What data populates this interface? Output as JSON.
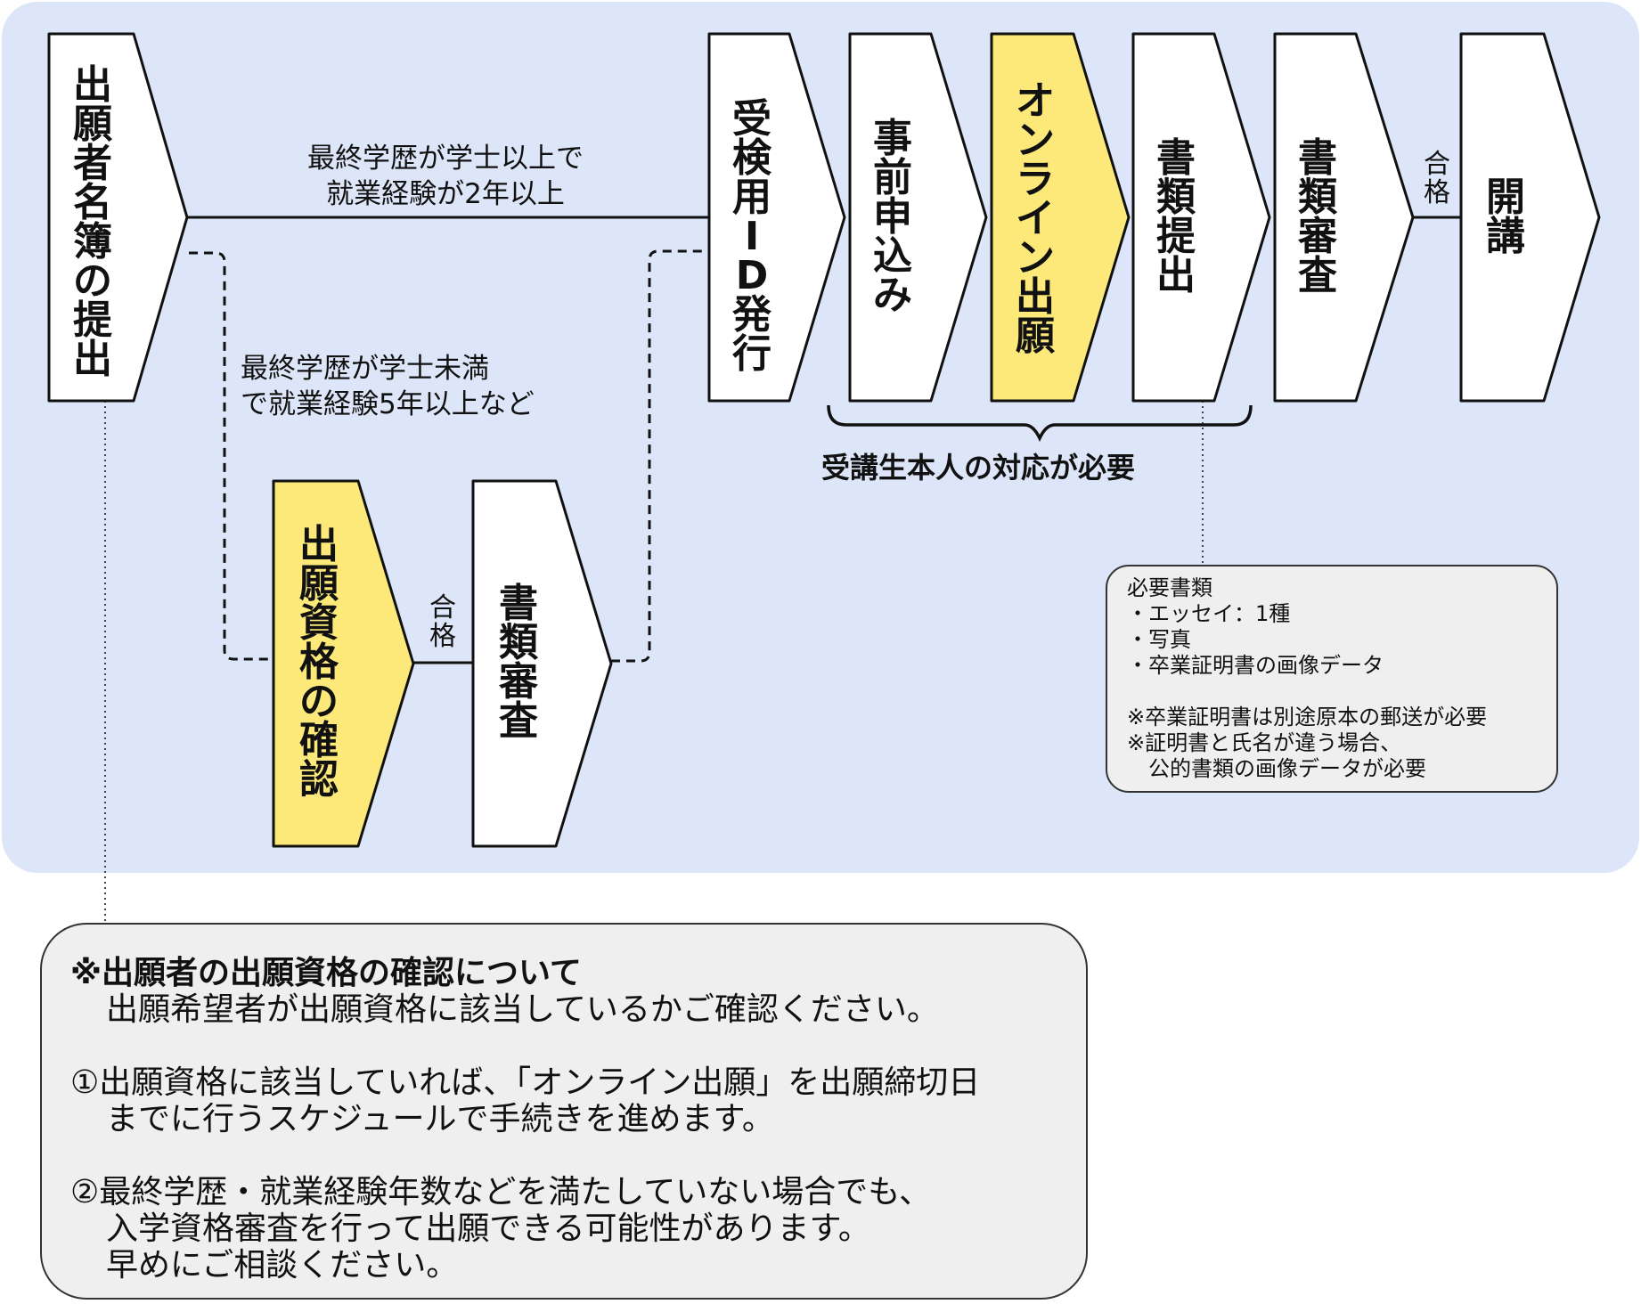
{
  "colors": {
    "panel_bg": "#dce6f8",
    "step_fill": "#ffffff",
    "highlight_fill": "#fde97a",
    "note_bg": "#f0eff0",
    "stroke": "#111111"
  },
  "steps": {
    "submit_roster": "出願者名簿の提出",
    "id_issue": "受検用ID発行",
    "pre_application": "事前申込み",
    "online_application": "オンライン出願",
    "document_submission": "書類提出",
    "document_review": "書類審査",
    "course_start": "開講",
    "eligibility_check": "出願資格の確認",
    "eligibility_review": "書類審査"
  },
  "pass_label": "合格",
  "conditions": {
    "route_a": [
      "最終学歴が学士以上で",
      "就業経験が2年以上"
    ],
    "route_b": [
      "最終学歴が学士未満",
      "で就業経験5年以上など"
    ]
  },
  "brace_label": "受講生本人の対応が必要",
  "required_docs": {
    "title": "必要書類",
    "items": [
      "・エッセイ：1種",
      "・写真",
      "・卒業証明書の画像データ"
    ],
    "notes": [
      "※卒業証明書は別途原本の郵送が必要",
      "※証明書と氏名が違う場合、",
      "　公的書類の画像データが必要"
    ]
  },
  "note": {
    "title": "※出願者の出願資格の確認について",
    "intro": "出願希望者が出願資格に該当しているかご確認ください。",
    "point1": [
      "①出願資格に該当していれば、「オンライン出願」を出願締切日",
      "までに行うスケジュールで手続きを進めます。"
    ],
    "point2": [
      "②最終学歴・就業経験年数などを満たしていない場合でも、",
      "入学資格審査を行って出願できる可能性があります。",
      "早めにご相談ください。"
    ]
  }
}
